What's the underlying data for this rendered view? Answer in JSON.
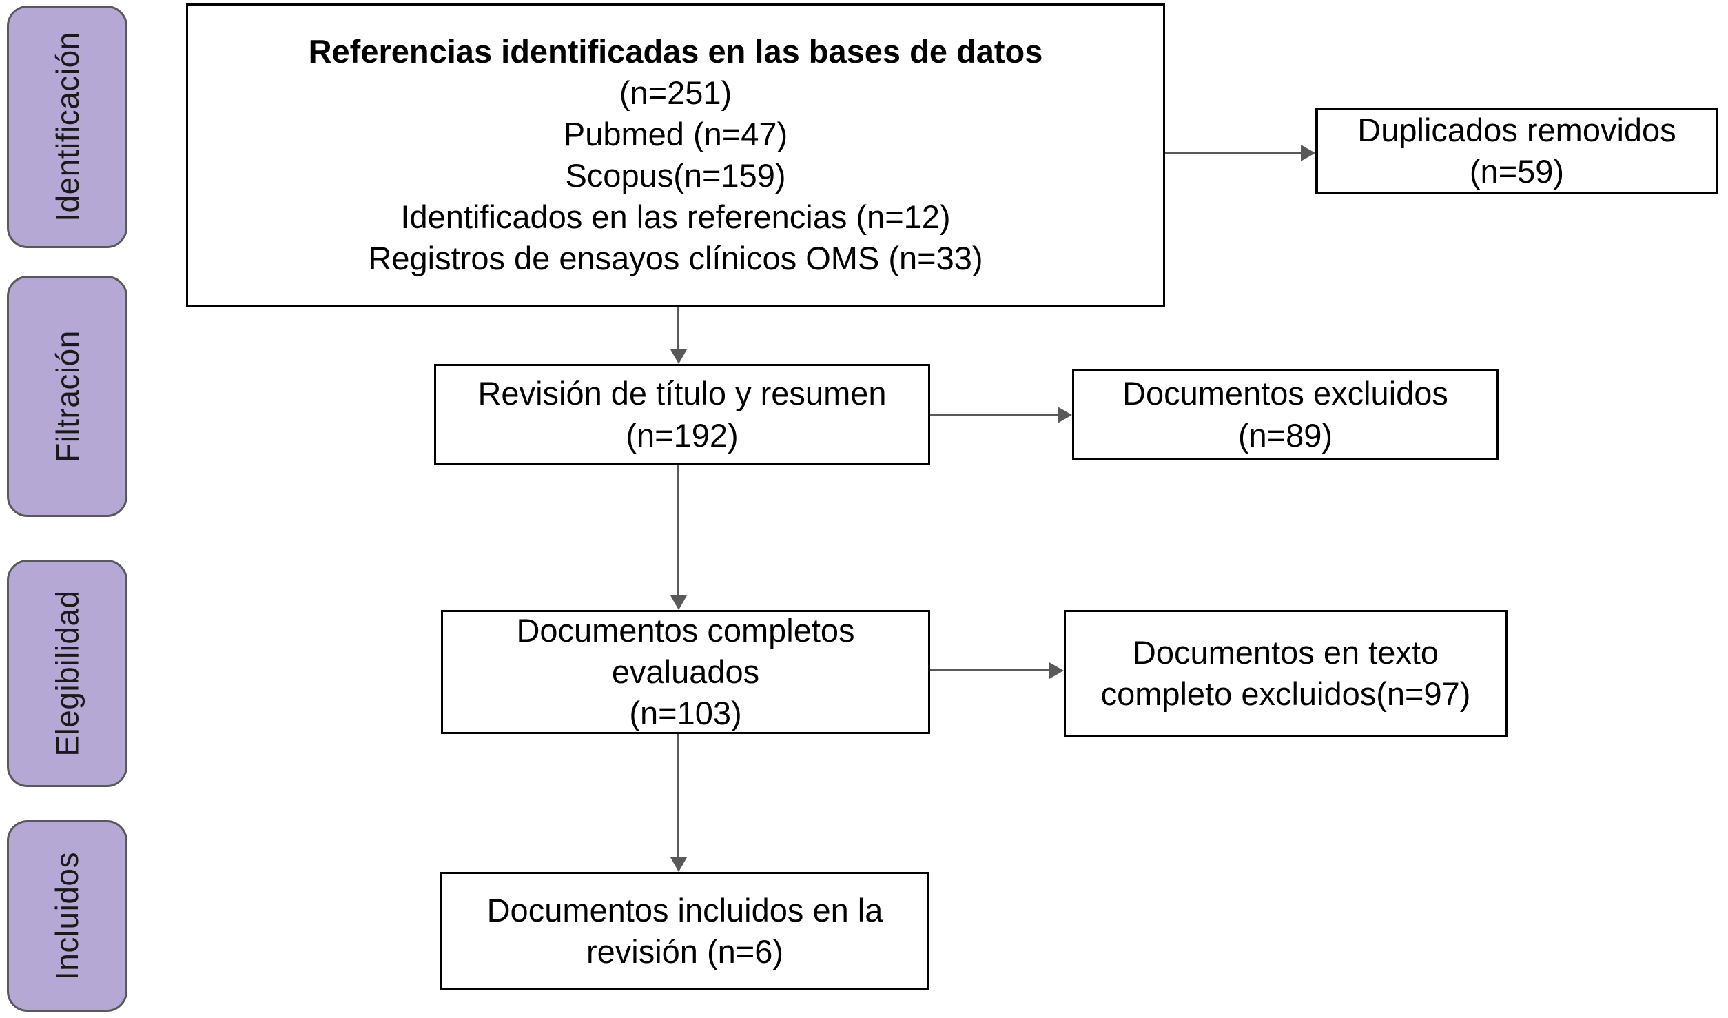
{
  "stages": [
    {
      "label": "Identificación"
    },
    {
      "label": "Filtración"
    },
    {
      "label": "Elegibilidad"
    },
    {
      "label": "Incluidos"
    }
  ],
  "boxes": {
    "identification": {
      "title": "Referencias identificadas en las bases de datos",
      "lines": [
        "(n=251)",
        "Pubmed (n=47)",
        "Scopus(n=159)",
        "Identificados en las referencias (n=12)",
        "Registros de ensayos clínicos OMS (n=33)"
      ]
    },
    "duplicates_removed": {
      "lines": [
        "Duplicados removidos",
        "(n=59)"
      ]
    },
    "title_abstract_review": {
      "lines": [
        "Revisión de título y resumen",
        "(n=192)"
      ]
    },
    "documents_excluded": {
      "lines": [
        "Documentos excluidos",
        "(n=89)"
      ]
    },
    "full_documents_assessed": {
      "lines": [
        "Documentos completos",
        "evaluados",
        "(n=103)"
      ]
    },
    "fulltext_excluded": {
      "lines": [
        "Documentos en texto",
        "completo excluidos(n=97)"
      ]
    },
    "included_in_review": {
      "lines": [
        "Documentos incluidos en la",
        "revisión (n=6)"
      ]
    }
  },
  "colors": {
    "stage_fill": "#b5a8d5",
    "stage_border": "#595959",
    "box_fill": "#ffffff",
    "box_border": "#000000",
    "arrow": "#595959",
    "text": "#000000",
    "background": "#ffffff"
  }
}
